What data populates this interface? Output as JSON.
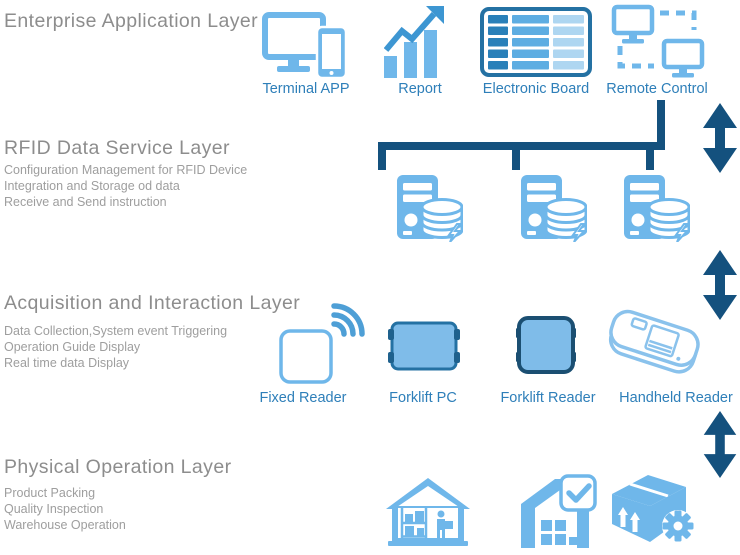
{
  "layers": [
    {
      "title": "Enterprise Application Layer",
      "bullets": []
    },
    {
      "title": "RFID Data Service Layer",
      "bullets": [
        "Configuration Management for RFID Device",
        "Integration and Storage od data",
        "Receive and Send instruction"
      ]
    },
    {
      "title": "Acquisition and Interaction Layer",
      "bullets": [
        "Data Collection,System event Triggering",
        "Operation Guide Display",
        "Real time data Display"
      ]
    },
    {
      "title": "Physical Operation Layer",
      "bullets": [
        "Product Packing",
        "Quality Inspection",
        "Warehouse Operation"
      ]
    }
  ],
  "application_items": [
    {
      "label": "Terminal APP",
      "icon": "terminal-app-icon"
    },
    {
      "label": "Report",
      "icon": "report-chart-icon"
    },
    {
      "label": "Electronic Board",
      "icon": "electronic-board-icon"
    },
    {
      "label": "Remote Control",
      "icon": "remote-control-icon"
    }
  ],
  "service_items": [
    {
      "icon": "database-server-icon"
    },
    {
      "icon": "database-server-icon"
    },
    {
      "icon": "database-server-icon"
    }
  ],
  "acquisition_items": [
    {
      "label": "Fixed Reader",
      "icon": "fixed-reader-icon"
    },
    {
      "label": "Forklift PC",
      "icon": "forklift-pc-icon"
    },
    {
      "label": "Forklift Reader",
      "icon": "forklift-reader-icon"
    },
    {
      "label": "Handheld Reader",
      "icon": "handheld-reader-icon"
    }
  ],
  "physical_items": [
    {
      "icon": "warehouse-icon"
    },
    {
      "icon": "forklift-check-icon"
    },
    {
      "icon": "box-gear-icon"
    }
  ],
  "colors": {
    "icon_light_blue": "#6FB7EA",
    "icon_medium_blue": "#3D96D2",
    "icon_dark_blue": "#2471A3",
    "board_col1": "#2980B9",
    "board_col2": "#5DADE2",
    "board_col3": "#AED6F1",
    "panel_fill": "#7FBCE9",
    "bracket_navy": "#1F618D",
    "connector_navy": "#14517E",
    "heading_gray": "#8D8D8D",
    "subtext_gray": "#9E9E9E",
    "label_blue": "#2E7FB9"
  }
}
